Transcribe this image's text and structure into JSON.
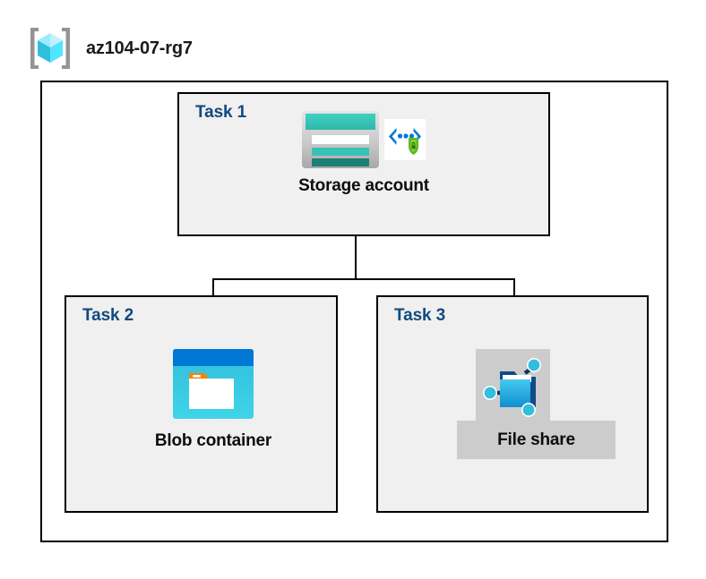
{
  "diagram": {
    "resource_group": {
      "name": "az104-07-rg7",
      "icon": "resource-group-cube-icon"
    },
    "tasks": [
      {
        "id": "task-1",
        "label": "Task 1",
        "node_label": "Storage account",
        "icons": [
          "storage-account-icon",
          "secure-endpoint-shield-icon"
        ]
      },
      {
        "id": "task-2",
        "label": "Task 2",
        "node_label": "Blob container",
        "icons": [
          "blob-container-icon"
        ]
      },
      {
        "id": "task-3",
        "label": "Task 3",
        "node_label": "File share",
        "icons": [
          "file-share-icon"
        ],
        "highlighted": true
      }
    ],
    "colors": {
      "task_label": "#114a7e",
      "box_border": "#000000",
      "box_fill": "#f0f0f0",
      "highlight_fill": "#cccccc",
      "storage_teal": "#36c2b4",
      "storage_teal_dark": "#1e7f76",
      "blob_blue": "#0078d4",
      "blob_cyan": "#32bedd",
      "blob_orange": "#f08705",
      "fileshare_cyan": "#32bedd",
      "fileshare_navy": "#124a88",
      "shield_green": "#5fb624",
      "bracket_blue": "#0078d4",
      "cube_cyan": "#50e6ff",
      "bracket_gray": "#949494"
    }
  }
}
